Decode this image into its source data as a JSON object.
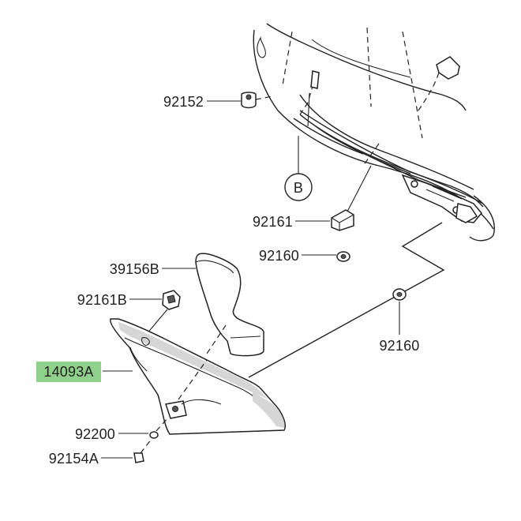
{
  "labels": {
    "p92152": "92152",
    "callout_b": "B",
    "p92161": "92161",
    "p92160_top": "92160",
    "p39156b": "39156B",
    "p92161b": "92161B",
    "p92160_right": "92160",
    "p14093a": "14093A",
    "p92200": "92200",
    "p92154a": "92154A"
  },
  "highlight_color": "#8fd08a"
}
